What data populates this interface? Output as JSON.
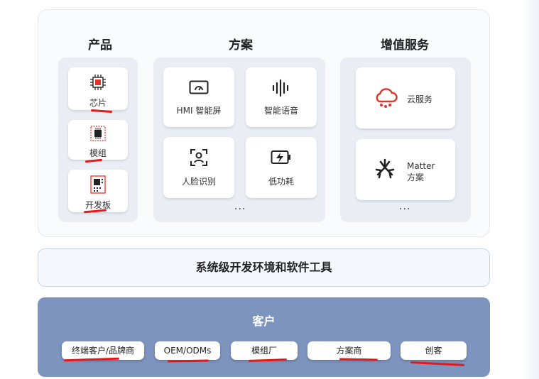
{
  "columns": {
    "products": {
      "title": "产品",
      "items": [
        {
          "label": "芯片",
          "icon": "chip-icon"
        },
        {
          "label": "模组",
          "icon": "module-icon"
        },
        {
          "label": "开发板",
          "icon": "dev-board-icon"
        }
      ]
    },
    "solutions": {
      "title": "方案",
      "items": [
        {
          "label": "HMI 智能屏",
          "icon": "smart-screen-icon"
        },
        {
          "label": "智能语音",
          "icon": "voice-wave-icon"
        },
        {
          "label": "人脸识别",
          "icon": "face-recognition-icon"
        },
        {
          "label": "低功耗",
          "icon": "low-power-battery-icon"
        }
      ],
      "more": "..."
    },
    "services": {
      "title": "增值服务",
      "items": [
        {
          "label": "云服务",
          "icon": "cloud-service-icon"
        },
        {
          "label_line1": "Matter",
          "label_line2": "方案",
          "icon": "matter-logo-icon"
        }
      ],
      "more": "..."
    }
  },
  "tools_bar": {
    "label": "系统级开发环境和软件工具"
  },
  "customers": {
    "title": "客户",
    "items": [
      "终端客户/品牌商",
      "OEM/ODMs",
      "模组厂",
      "方案商",
      "创客"
    ]
  },
  "colors": {
    "accent_red": "#e3191b",
    "customer_bg": "#7d94be",
    "panel_bg": "#eaeef4"
  }
}
